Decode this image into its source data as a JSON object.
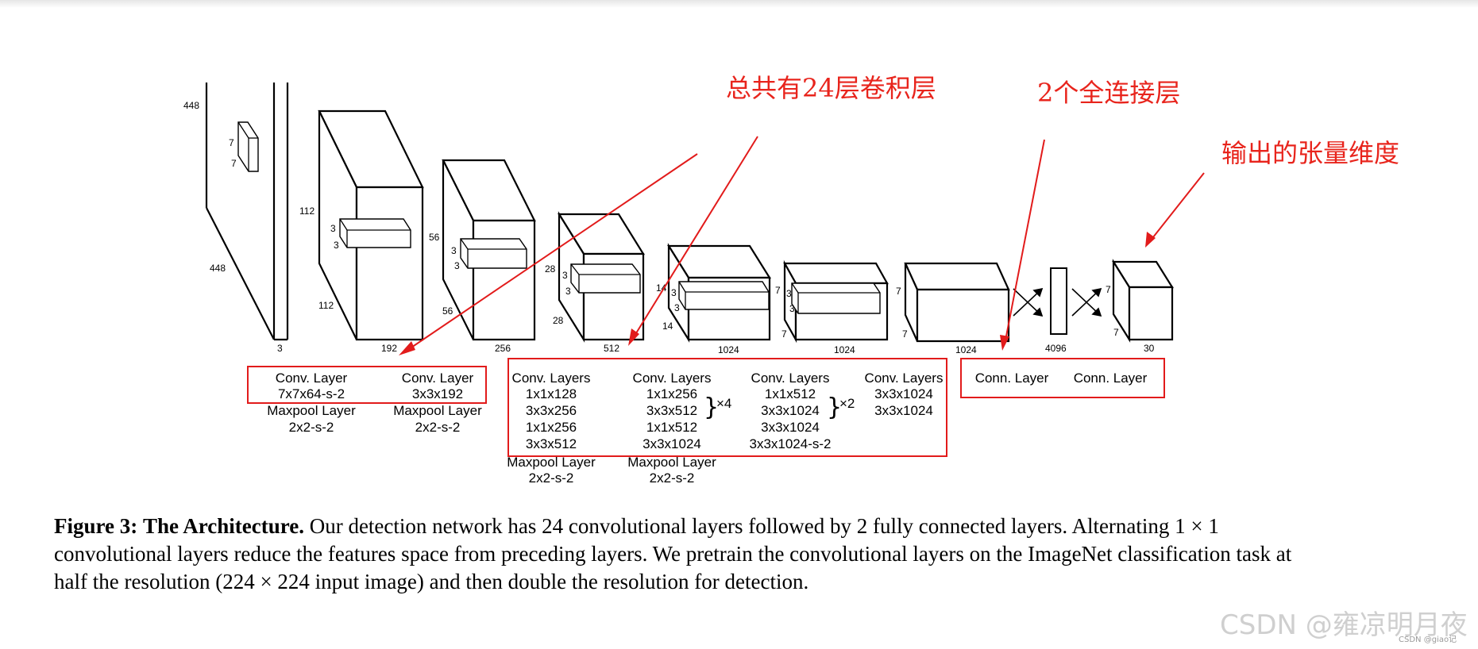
{
  "dims": {
    "input_h": "448",
    "input_w": "448",
    "input_c": "3",
    "k1a": "7",
    "k1b": "7",
    "b1_h": "112",
    "b1_w": "112",
    "b1_c": "192",
    "k2a": "3",
    "k2b": "3",
    "b2_h": "56",
    "b2_w": "56",
    "b2_c": "256",
    "k3a": "3",
    "k3b": "3",
    "b3_h": "28",
    "b3_w": "28",
    "b3_c": "512",
    "k4a": "3",
    "k4b": "3",
    "b4_h": "14",
    "b4_w": "14",
    "b4_c": "1024",
    "k5a": "3",
    "k5b": "3",
    "b5_h": "7",
    "b5_w": "7",
    "b5_c": "1024",
    "k6a": "3",
    "k6b": "3",
    "b6_h": "7",
    "b6_w": "7",
    "b6_c": "1024",
    "fc1": "4096",
    "out_h": "7",
    "out_w": "7",
    "out_c": "30"
  },
  "layers": {
    "g1_conv_title": "Conv. Layer",
    "g1_conv_spec": "7x7x64-s-2",
    "g1_pool_title": "Maxpool Layer",
    "g1_pool_spec": "2x2-s-2",
    "g2_conv_title": "Conv. Layer",
    "g2_conv_spec": "3x3x192",
    "g2_pool_title": "Maxpool Layer",
    "g2_pool_spec": "2x2-s-2",
    "g3_title": "Conv. Layers",
    "g3_l1": "1x1x128",
    "g3_l2": "3x3x256",
    "g3_l3": "1x1x256",
    "g3_l4": "3x3x512",
    "g3_pool_title": "Maxpool Layer",
    "g3_pool_spec": "2x2-s-2",
    "g4_title": "Conv. Layers",
    "g4_l1": "1x1x256",
    "g4_l2": "3x3x512",
    "g4_rep": "×4",
    "g4_l3": "1x1x512",
    "g4_l4": "3x3x1024",
    "g4_pool_title": "Maxpool Layer",
    "g4_pool_spec": "2x2-s-2",
    "g5_title": "Conv. Layers",
    "g5_l1": "1x1x512",
    "g5_l2": "3x3x1024",
    "g5_rep": "×2",
    "g5_l3": "3x3x1024",
    "g5_l4": "3x3x1024-s-2",
    "g6_title": "Conv. Layers",
    "g6_l1": "3x3x1024",
    "g6_l2": "3x3x1024",
    "fc1_title": "Conn. Layer",
    "fc2_title": "Conn. Layer"
  },
  "annotations": {
    "conv24": "总共有24层卷积层",
    "fc2": "2个全连接层",
    "output": "输出的张量维度",
    "color": "#e8241c"
  },
  "caption": {
    "label": "Figure 3:",
    "title": "The Architecture.",
    "text": " Our detection network has 24 convolutional layers followed by 2 fully connected layers. Alternating 1 × 1 convolutional layers reduce the features space from preceding layers. We pretrain the convolutional layers on the ImageNet classification task at half the resolution (224 × 224 input image) and then double the resolution for detection."
  },
  "watermark": {
    "main": "CSDN @雍凉明月夜",
    "small": "CSDN @giao记"
  }
}
